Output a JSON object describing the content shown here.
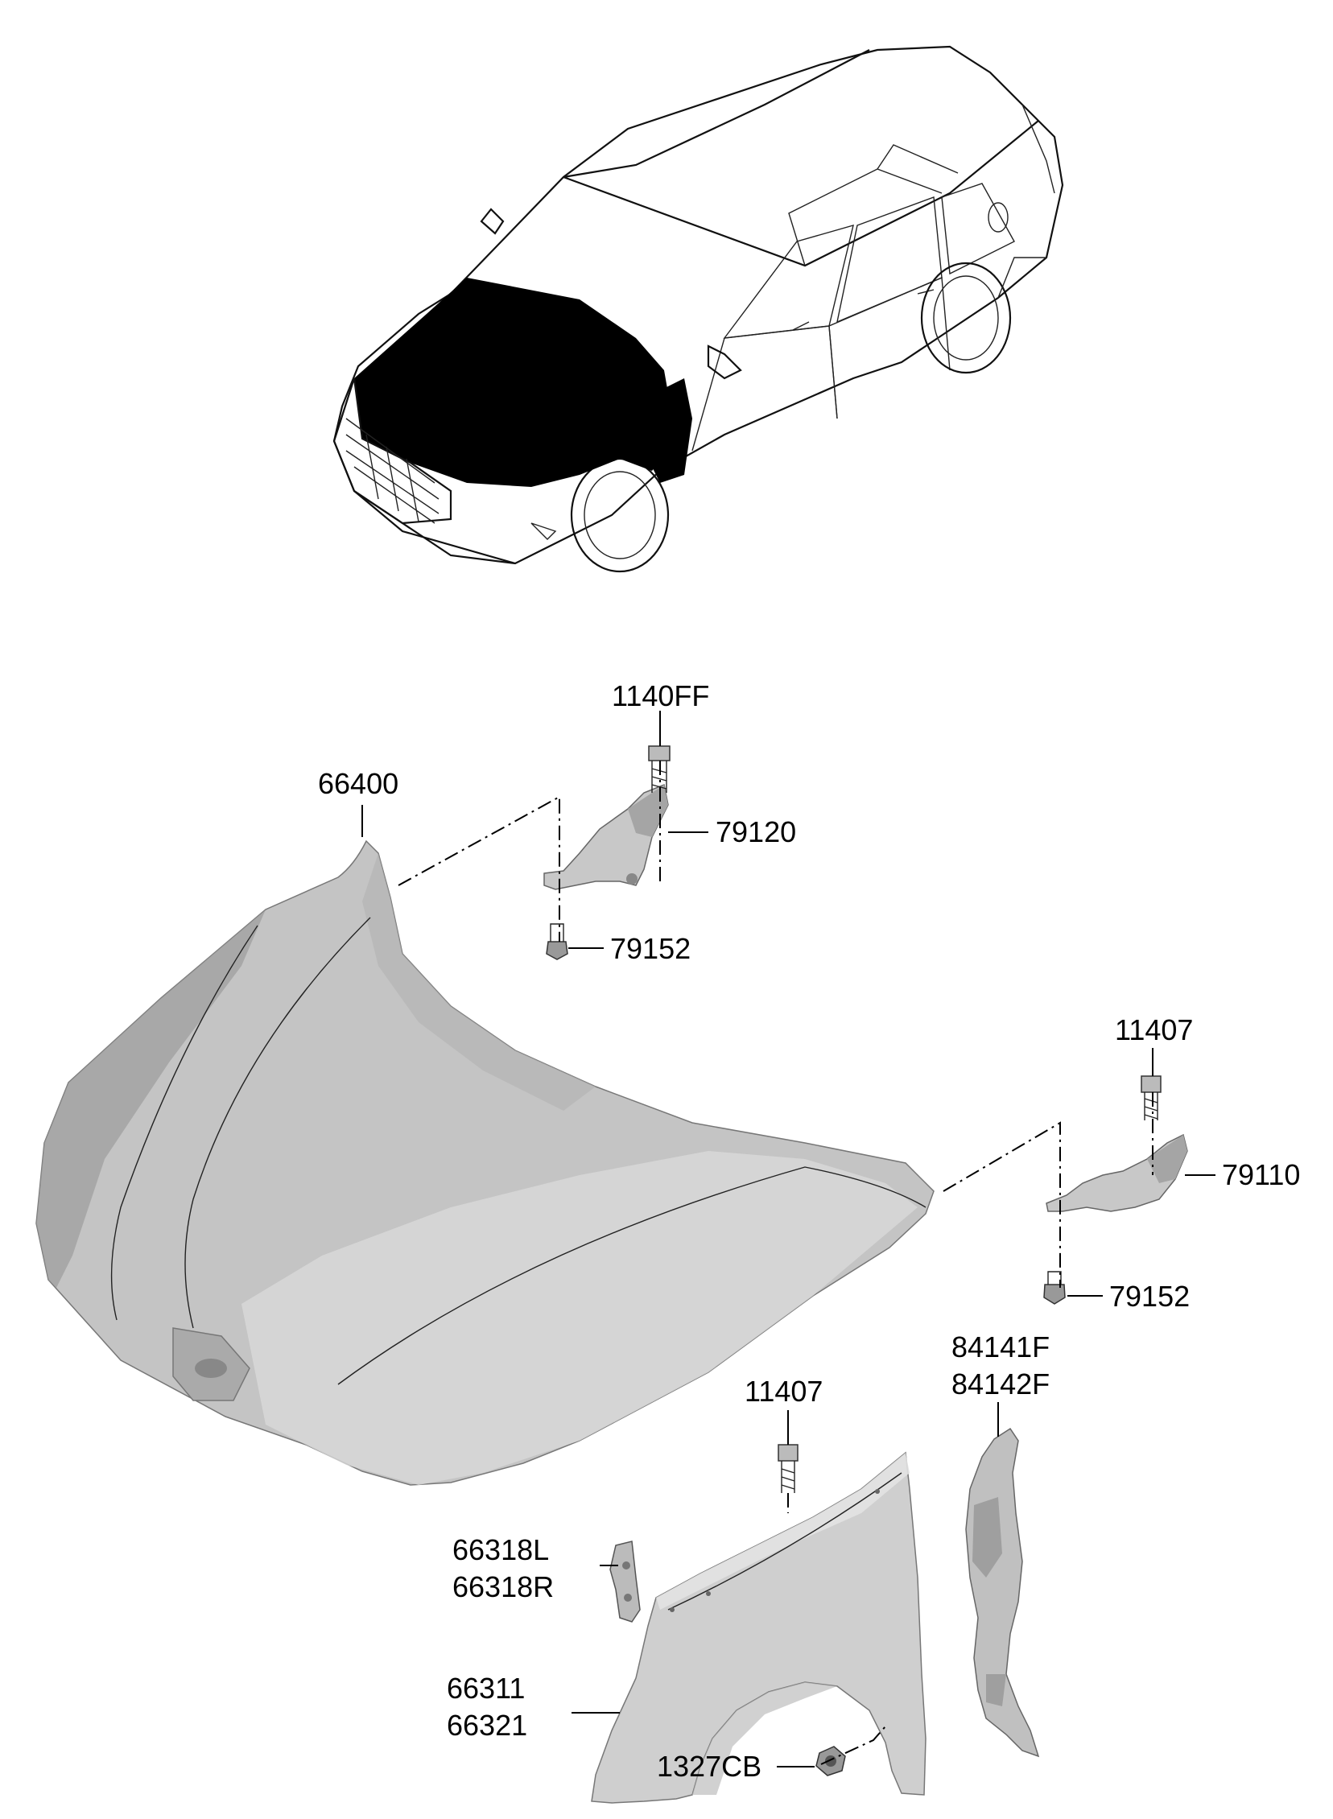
{
  "colors": {
    "part_fill": "#c4c4c4",
    "part_fill_light": "#dadada",
    "part_shadow": "#9a9a9a",
    "highlight_black": "#000000",
    "line": "#000000"
  },
  "labels": {
    "bolt_top": "1140FF",
    "hood": "66400",
    "hinge_left": "79120",
    "bolt_left_lower": "79152",
    "bolt_right_upper": "11407",
    "hinge_right": "79110",
    "bolt_right_lower": "79152",
    "pad": [
      "84141F",
      "84142F"
    ],
    "fender_bolt": "11407",
    "bracket": [
      "66318L",
      "66318R"
    ],
    "fender": [
      "66311",
      "66321"
    ],
    "nut": "1327CB"
  }
}
